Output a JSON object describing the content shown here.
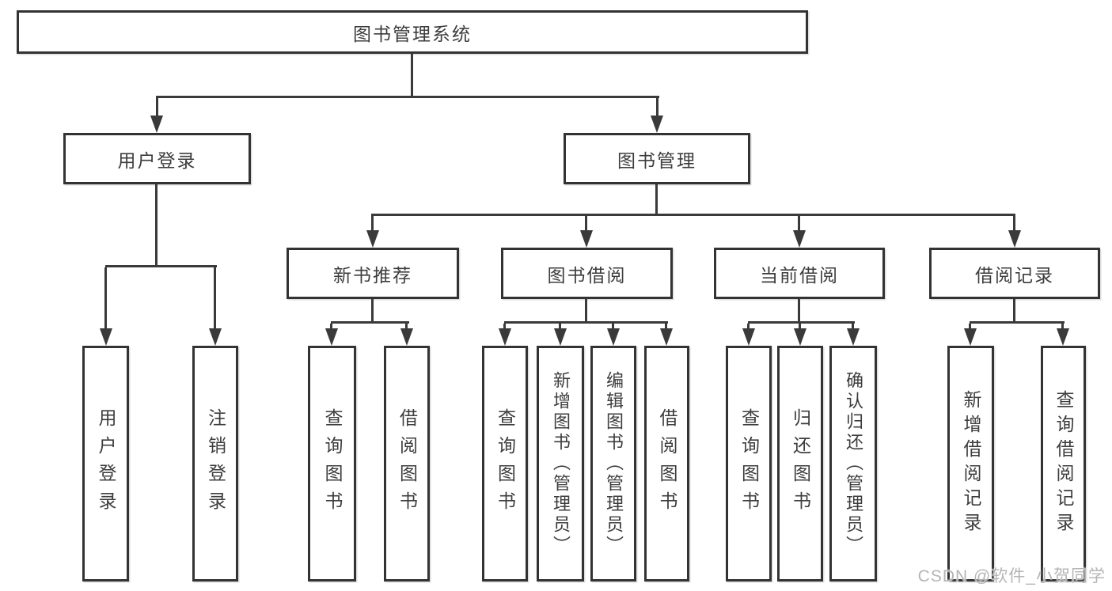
{
  "root": {
    "label": "图书管理系统"
  },
  "level1": [
    {
      "label": "用户登录"
    },
    {
      "label": "图书管理"
    }
  ],
  "level2": [
    {
      "label": "新书推荐"
    },
    {
      "label": "图书借阅"
    },
    {
      "label": "当前借阅"
    },
    {
      "label": "借阅记录"
    }
  ],
  "leaves": {
    "login": [
      "用户登录",
      "注销登录"
    ],
    "recommend": [
      "查询图书",
      "借阅图书"
    ],
    "borrow": [
      "查询图书",
      "新增图书（管理员）",
      "编辑图书（管理员）",
      "借阅图书"
    ],
    "current": [
      "查询图书",
      "归还图书",
      "确认归还（管理员）"
    ],
    "records": [
      "新增借阅记录",
      "查询借阅记录"
    ]
  },
  "watermark": "CSDN @软件_小贺同学",
  "colors": {
    "line": "#3a3a3a",
    "border": "#333333",
    "text": "#3d3d3d",
    "watermark": "#b5b5b5",
    "background": "#ffffff"
  }
}
